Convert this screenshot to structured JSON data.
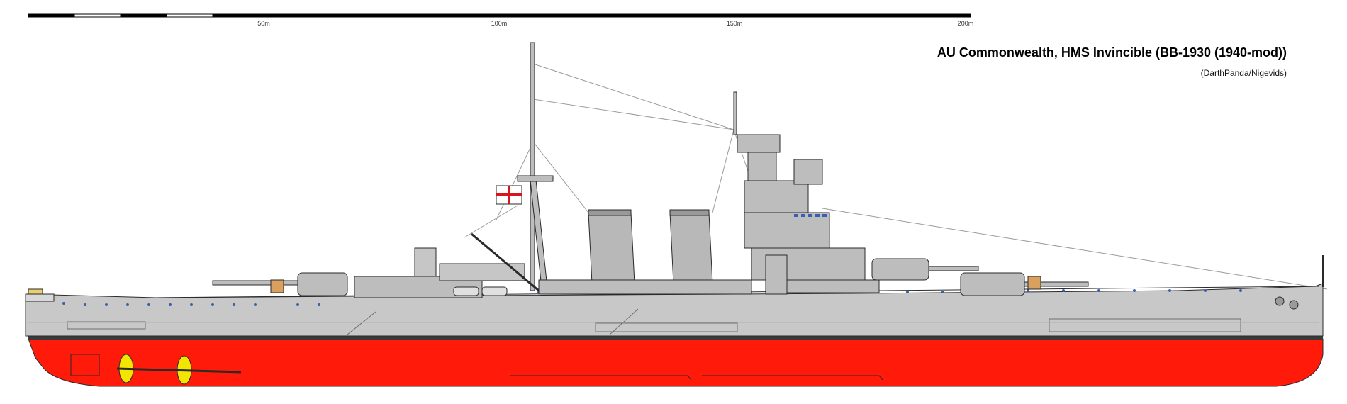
{
  "title": "AU Commonwealth, HMS Invincible (BB-1930 (1940-mod))",
  "credit": "(DarthPanda/Nigevids)",
  "scale_bar": {
    "labels": [
      "50m",
      "100m",
      "150m",
      "200m"
    ]
  },
  "colors": {
    "hull_grey": "#c8c8c8",
    "superstructure_grey": "#bdbdbd",
    "deck_grey": "#a9a9a9",
    "below_waterline_red": "#ff1a0a",
    "boot_topping": "#3a3a3a",
    "outline": "#2a2a2a",
    "window_blue": "#3b5fb0",
    "propeller_yellow": "#f2e600",
    "ensign_red": "#d8141e"
  }
}
